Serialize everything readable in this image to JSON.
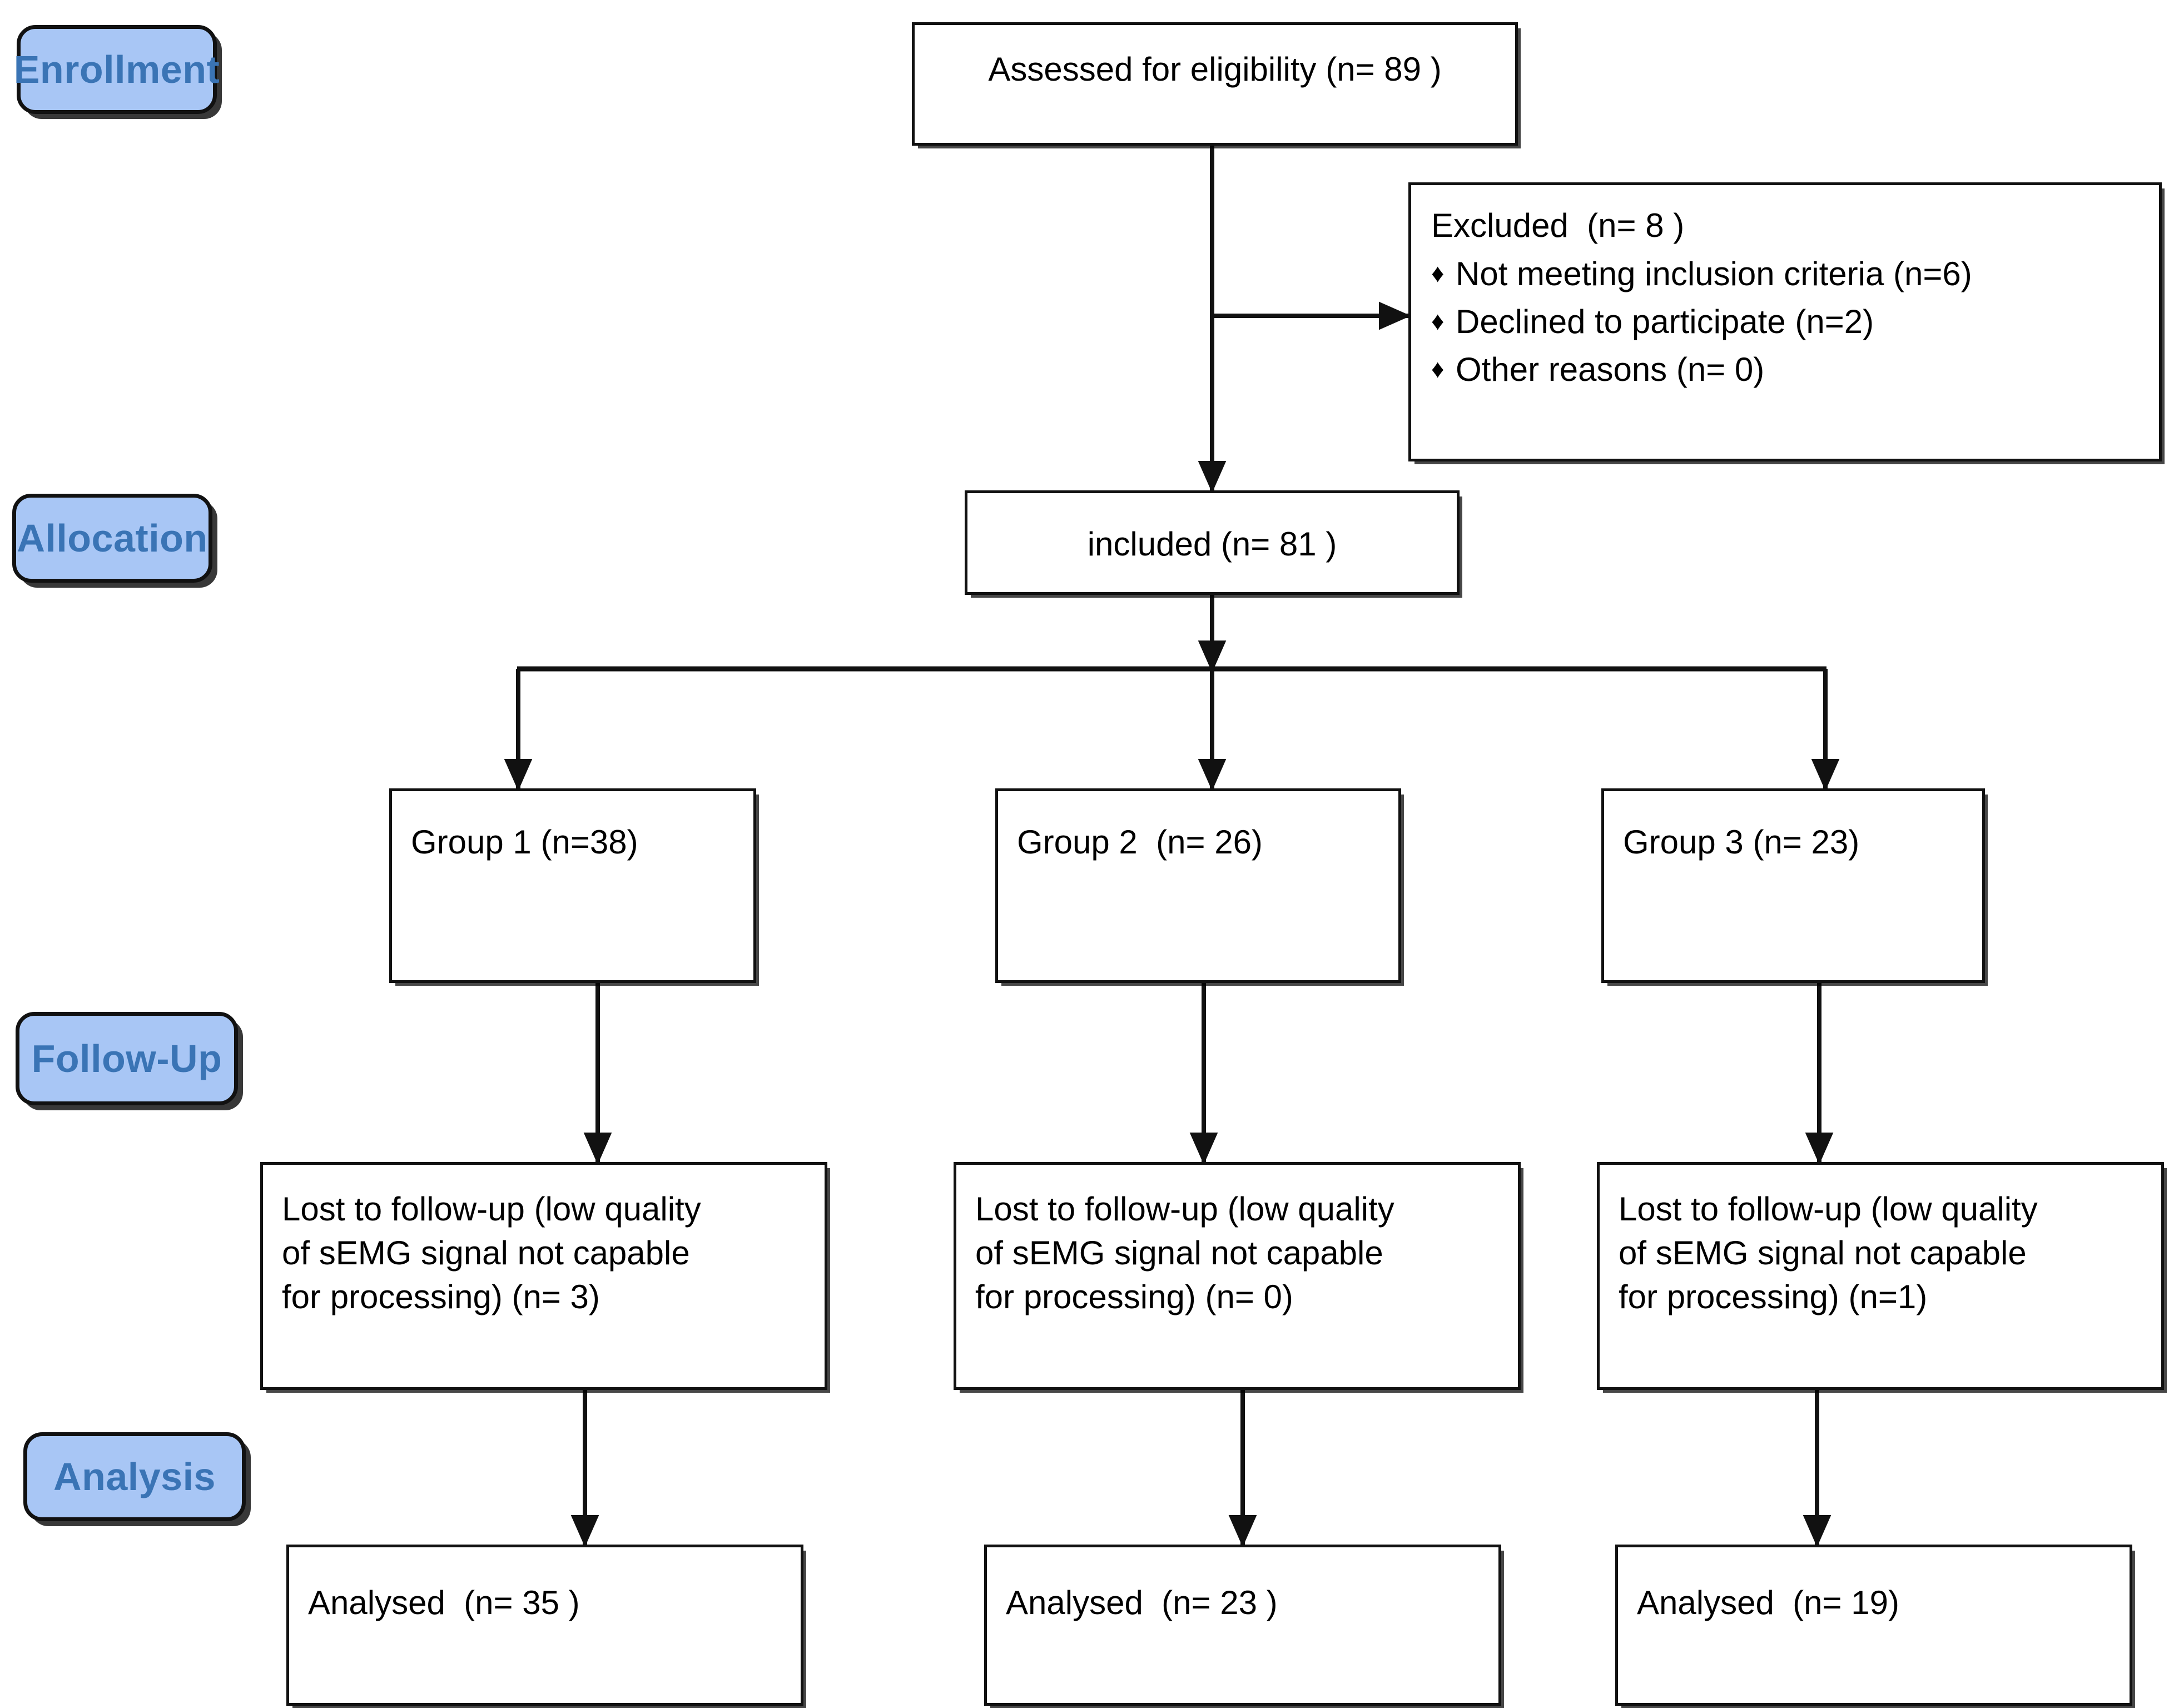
{
  "diagram": {
    "title": "CONSORT participant flow diagram",
    "accent_blue": "#a8c6f5",
    "label_blue": "#3a74b5",
    "line_color": "#111111"
  },
  "stages": [
    {
      "id": "enrollment",
      "label": "Enrollment"
    },
    {
      "id": "allocation",
      "label": "Allocation"
    },
    {
      "id": "follow-up",
      "label": "Follow-Up"
    },
    {
      "id": "analysis",
      "label": "Analysis"
    }
  ],
  "boxes": {
    "assessed": {
      "text": "Assessed for eligibility (n= 89 )"
    },
    "included": {
      "text": "included (n= 81 )"
    },
    "excluded": {
      "heading": "Excluded  (n= 8 )",
      "bullet_glyph": "♦",
      "reasons": [
        "Not meeting inclusion criteria (n=6)",
        "Declined to participate (n=2)",
        "Other reasons (n= 0)"
      ]
    },
    "group1": {
      "text": "Group 1 (n=38)"
    },
    "group2": {
      "text": "Group 2  (n= 26)"
    },
    "group3": {
      "text": "Group 3 (n= 23)"
    },
    "lost1": {
      "text": "Lost to follow-up (low quality\nof sEMG signal not capable\nfor processing) (n= 3)"
    },
    "lost2": {
      "text": "Lost to follow-up (low quality\nof sEMG signal not capable\nfor processing) (n= 0)"
    },
    "lost3": {
      "text": "Lost to follow-up (low quality\nof sEMG signal not capable\nfor processing) (n=1)"
    },
    "analysed1": {
      "text": "Analysed  (n= 35 )"
    },
    "analysed2": {
      "text": "Analysed  (n= 23 )"
    },
    "analysed3": {
      "text": "Analysed  (n= 19)"
    }
  },
  "chart_data": {
    "type": "diagram",
    "title": "CONSORT flow diagram",
    "nodes": [
      {
        "id": "assessed",
        "label": "Assessed for eligibility",
        "n": 89,
        "stage": "Enrollment"
      },
      {
        "id": "excluded",
        "label": "Excluded",
        "n": 8,
        "stage": "Enrollment"
      },
      {
        "id": "excl_criteria",
        "label": "Not meeting inclusion criteria",
        "n": 6,
        "stage": "Enrollment"
      },
      {
        "id": "excl_declined",
        "label": "Declined to participate",
        "n": 2,
        "stage": "Enrollment"
      },
      {
        "id": "excl_other",
        "label": "Other reasons",
        "n": 0,
        "stage": "Enrollment"
      },
      {
        "id": "included",
        "label": "included",
        "n": 81,
        "stage": "Allocation"
      },
      {
        "id": "group1",
        "label": "Group 1",
        "n": 38,
        "stage": "Allocation"
      },
      {
        "id": "group2",
        "label": "Group 2",
        "n": 26,
        "stage": "Allocation"
      },
      {
        "id": "group3",
        "label": "Group 3",
        "n": 23,
        "stage": "Allocation"
      },
      {
        "id": "lost1",
        "label": "Lost to follow-up (low quality of sEMG signal not capable for processing)",
        "n": 3,
        "stage": "Follow-Up"
      },
      {
        "id": "lost2",
        "label": "Lost to follow-up (low quality of sEMG signal not capable for processing)",
        "n": 0,
        "stage": "Follow-Up"
      },
      {
        "id": "lost3",
        "label": "Lost to follow-up (low quality of sEMG signal not capable for processing)",
        "n": 1,
        "stage": "Follow-Up"
      },
      {
        "id": "analysed1",
        "label": "Analysed",
        "n": 35,
        "stage": "Analysis"
      },
      {
        "id": "analysed2",
        "label": "Analysed",
        "n": 23,
        "stage": "Analysis"
      },
      {
        "id": "analysed3",
        "label": "Analysed",
        "n": 19,
        "stage": "Analysis"
      }
    ],
    "edges": [
      {
        "from": "assessed",
        "to": "excluded"
      },
      {
        "from": "assessed",
        "to": "included"
      },
      {
        "from": "included",
        "to": "group1"
      },
      {
        "from": "included",
        "to": "group2"
      },
      {
        "from": "included",
        "to": "group3"
      },
      {
        "from": "group1",
        "to": "lost1"
      },
      {
        "from": "group2",
        "to": "lost2"
      },
      {
        "from": "group3",
        "to": "lost3"
      },
      {
        "from": "lost1",
        "to": "analysed1"
      },
      {
        "from": "lost2",
        "to": "analysed2"
      },
      {
        "from": "lost3",
        "to": "analysed3"
      }
    ]
  }
}
